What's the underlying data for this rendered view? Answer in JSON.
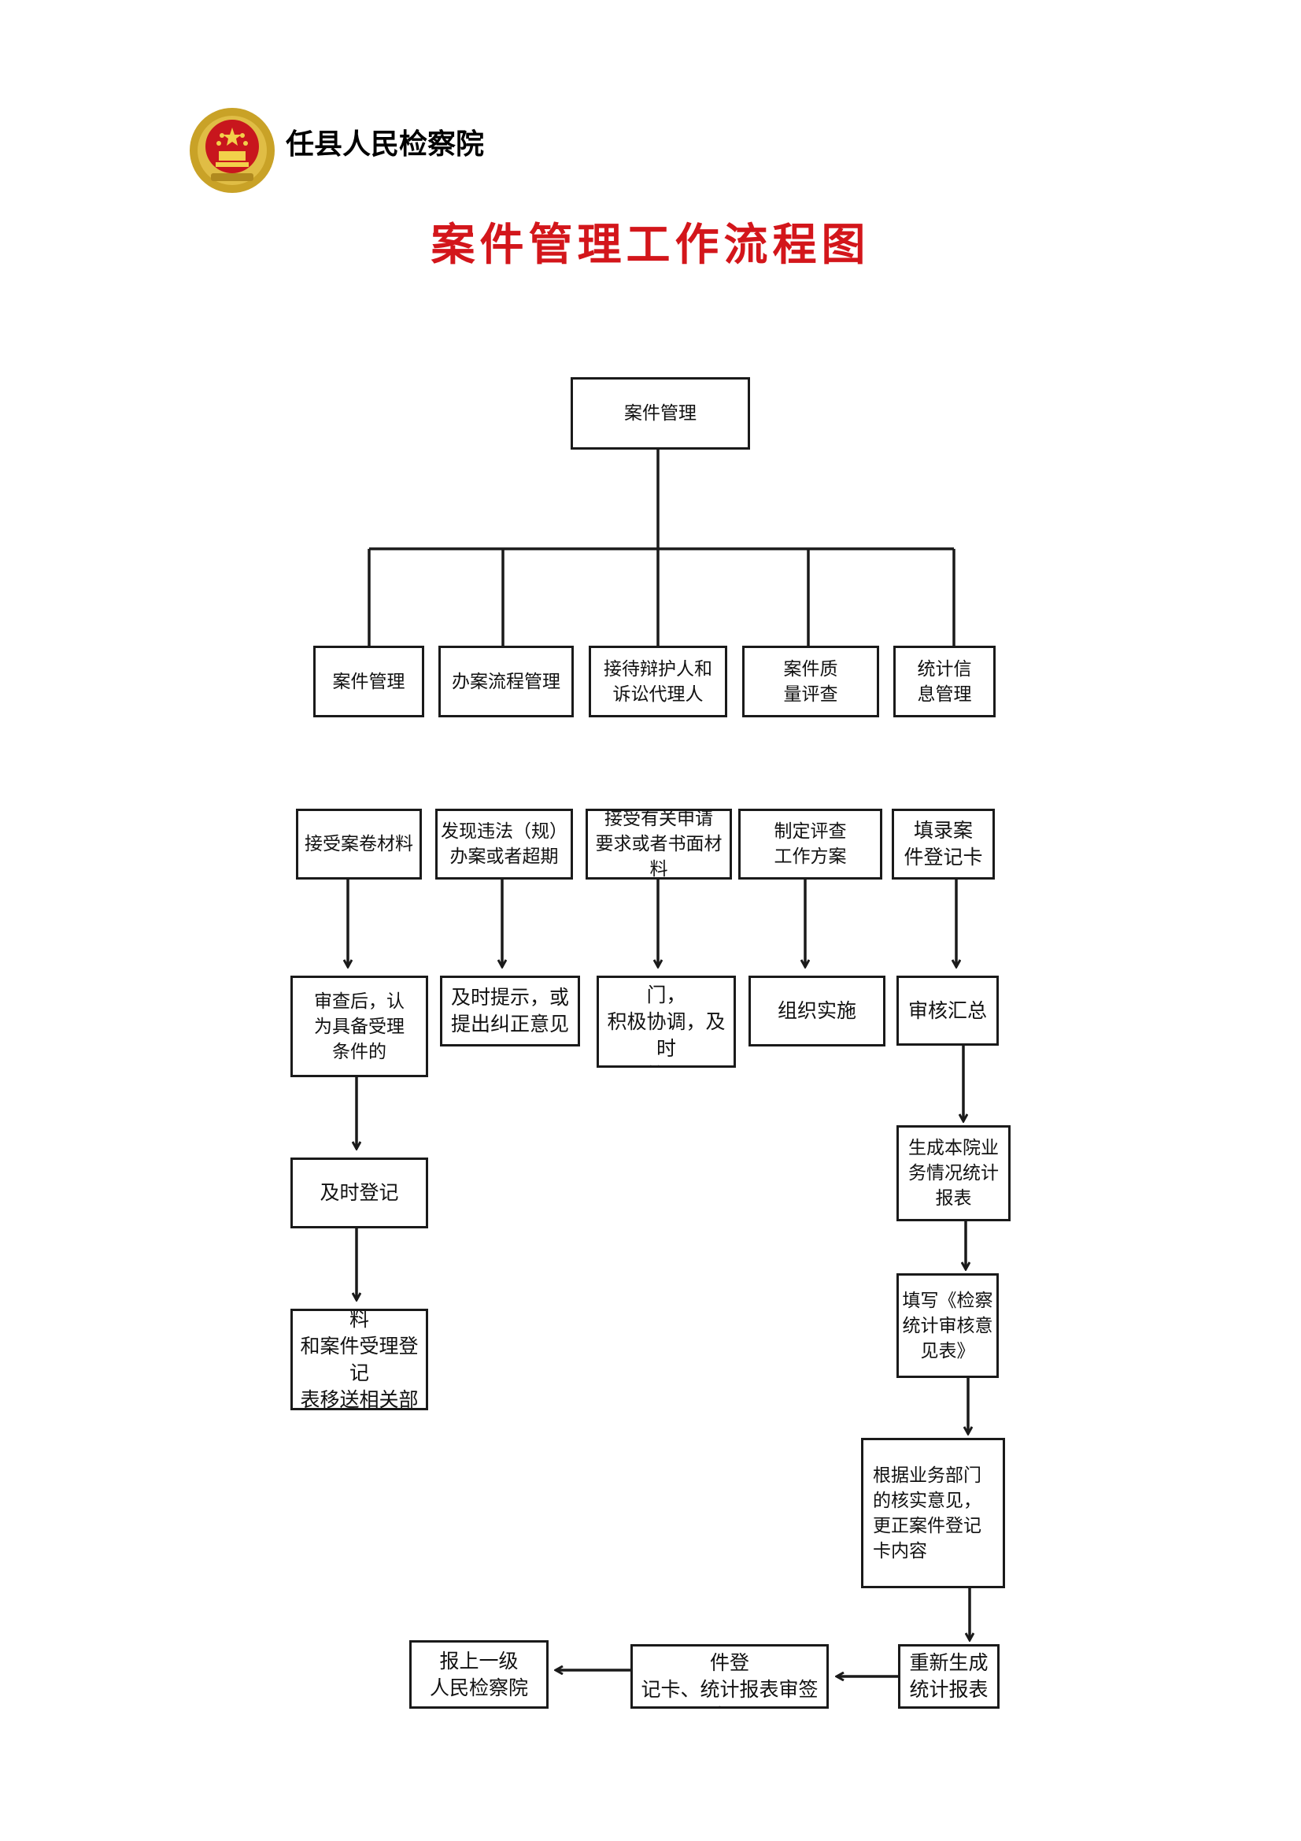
{
  "header": {
    "org_name": "任县人民检察院",
    "title": "案件管理工作流程图"
  },
  "colors": {
    "title": "#d3161b",
    "line": "#1a1a1a",
    "emblem_gold": "#c9a227",
    "emblem_red": "#c8161d"
  },
  "flowchart": {
    "root": "案件管理",
    "categories": [
      "案件管理",
      "办案流程管理",
      "接待辩护人和\n诉讼代理人",
      "案件质\n量评查",
      "统计信\n息管理"
    ],
    "col1": [
      "接受案卷材料",
      "审查后，认\n为具备受理\n条件的",
      "及时登记",
      "立即将案卷材料\n和案件受理登记\n表移送相关部门"
    ],
    "col2": [
      "发现违法（规）\n办案或者超期",
      "及时提示，或\n提出纠正意见"
    ],
    "col3": [
      "接受有关申请\n要求或者书面材料",
      "联系办案部门，\n积极协调，及时\n答复"
    ],
    "col4": [
      "制定评查\n工作方案",
      "组织实施"
    ],
    "col5": [
      "填录案\n件登记卡",
      "审核汇总",
      "生成本院业\n务情况统计\n报表",
      "填写《检察\n统计审核意\n见表》",
      "根据业务部门\n的核实意见，\n更正案件登记\n卡内容",
      "重新生成\n统计报表"
    ],
    "bottom": [
      "填写《人民检察院案件登\n记卡、统计报表审签表》",
      "报上一级\n人民检察院"
    ]
  }
}
